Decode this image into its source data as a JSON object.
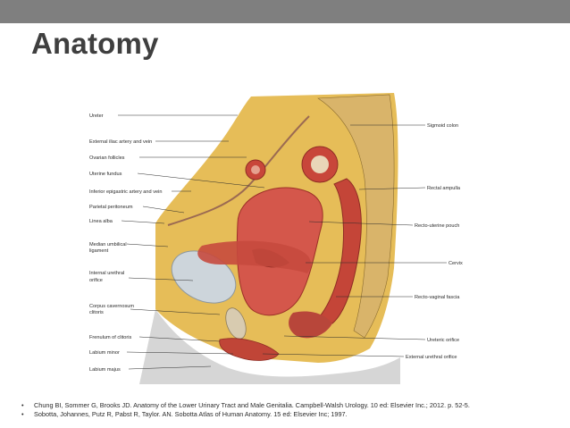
{
  "slide": {
    "title": "Anatomy"
  },
  "figure": {
    "labels_left": [
      "Ureter",
      "External iliac artery and vein",
      "Ovarian follicles",
      "Uterine fundus",
      "Inferior epigastric artery and vein",
      "Parietal peritoneum",
      "Linea alba",
      "Median umbilical",
      "ligament",
      "Internal urethral",
      "orifice",
      "Corpus cavernosum",
      "clitoris",
      "Frenulum of clitoris",
      "Labium minor",
      "Labium majus"
    ],
    "labels_right": [
      "Sigmoid colon",
      "Rectal ampulla",
      "Recto-uterine pouch",
      "Cervix",
      "Recto-vaginal fascia",
      "Ureteric orifice",
      "External urethral orifice"
    ]
  },
  "references": [
    "Chung BI, Sommer G, Brooks JD. Anatomy of the Lower Urinary Tract and Male Genitalia. Campbell-Walsh Urology. 10 ed: Elsevier Inc.; 2012. p. 52-5.",
    "Sobotta, Johannes, Putz R, Pabst R, Taylor. AN. Sobotta Atlas of Human Anatomy. 15 ed: Elsevier Inc; 1997."
  ],
  "colors": {
    "top_bar": "#7f7f7f",
    "title": "#3f3f3f",
    "fat_tissue": "#e8c25a",
    "muscle": "#c9473a",
    "uterus": "#d8574a",
    "bladder": "#cfd6dc",
    "skin": "#d9d9d9"
  }
}
